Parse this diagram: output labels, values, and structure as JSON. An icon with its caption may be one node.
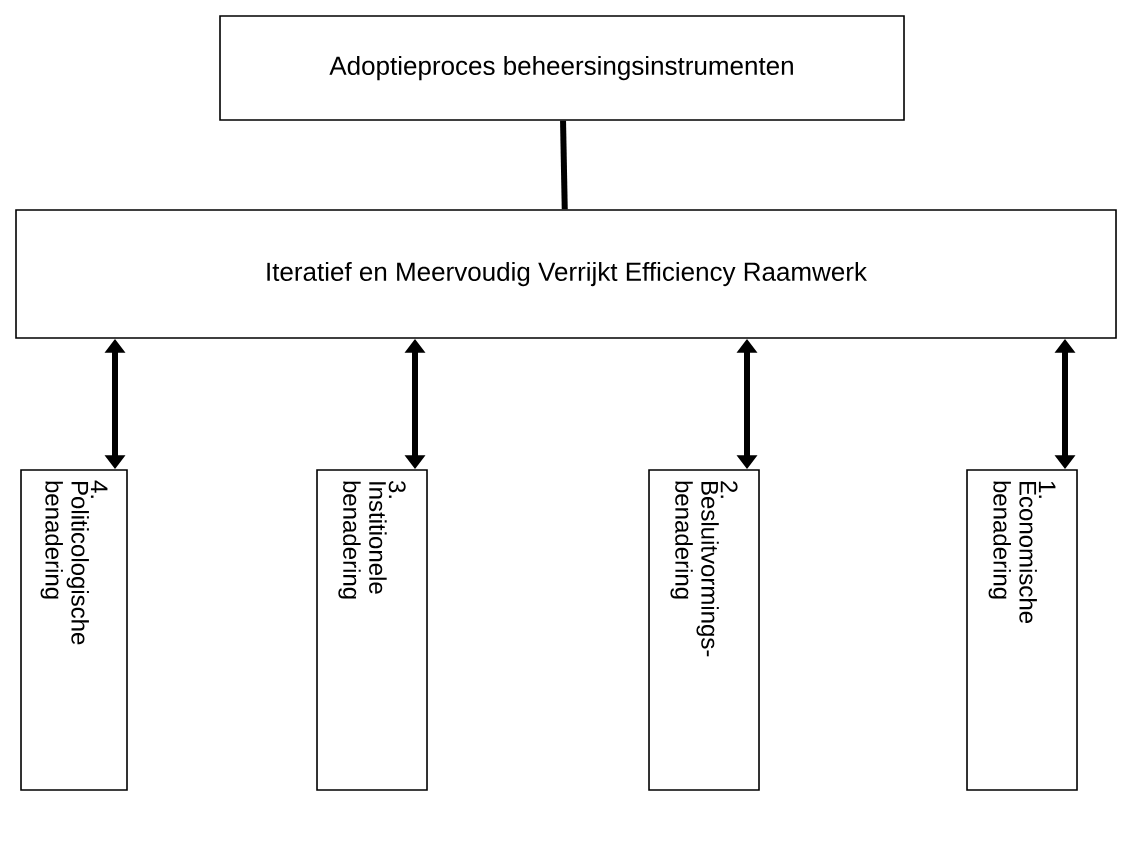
{
  "diagram": {
    "nodes": [
      {
        "text": [
          "Adoptieproces beheersingsinstrumenten"
        ]
      },
      {
        "text": [
          "Iteratief en Meervoudig Verrijkt Efficiency Raamwerk"
        ]
      },
      {
        "text": [
          "4.",
          "Politicologische benadering"
        ]
      },
      {
        "text": [
          "3.",
          "Institionele benadering"
        ]
      },
      {
        "text": [
          "2.",
          "Besluitvormings- benadering"
        ]
      },
      {
        "text": [
          "1.",
          "Economische benadering"
        ]
      }
    ],
    "edges": [
      {
        "from": 0,
        "to": 1,
        "arrow": "none"
      },
      {
        "from": 1,
        "to": 2,
        "arrow": "both"
      },
      {
        "from": 1,
        "to": 3,
        "arrow": "both"
      },
      {
        "from": 1,
        "to": 4,
        "arrow": "both"
      },
      {
        "from": 1,
        "to": 5,
        "arrow": "both"
      }
    ]
  }
}
